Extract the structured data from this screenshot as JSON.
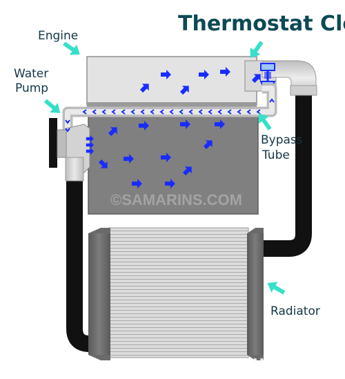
{
  "labels": {
    "title": "Thermostat Closed",
    "engine": "Engine",
    "water_pump_line1": "Water",
    "water_pump_line2": "Pump",
    "bypass_line1": "Bypass",
    "bypass_line2": "Tube",
    "radiator": "Radiator"
  },
  "watermarks": {
    "center": "©SAMARINS.COM",
    "corner": "©SAMARINS.COM"
  },
  "colors": {
    "flow_arrow": "#1a2bff",
    "pointer_arrow": "#36e0c8",
    "hose": "#111111",
    "engine_head": "#e3e3e3",
    "engine_block": "#808080",
    "pipe": "#cfcfcf",
    "radiator_core": "#d6d6d6",
    "radiator_tank": "#6a6a6a",
    "label_text": "#123646",
    "title_text": "#0c4a55"
  }
}
